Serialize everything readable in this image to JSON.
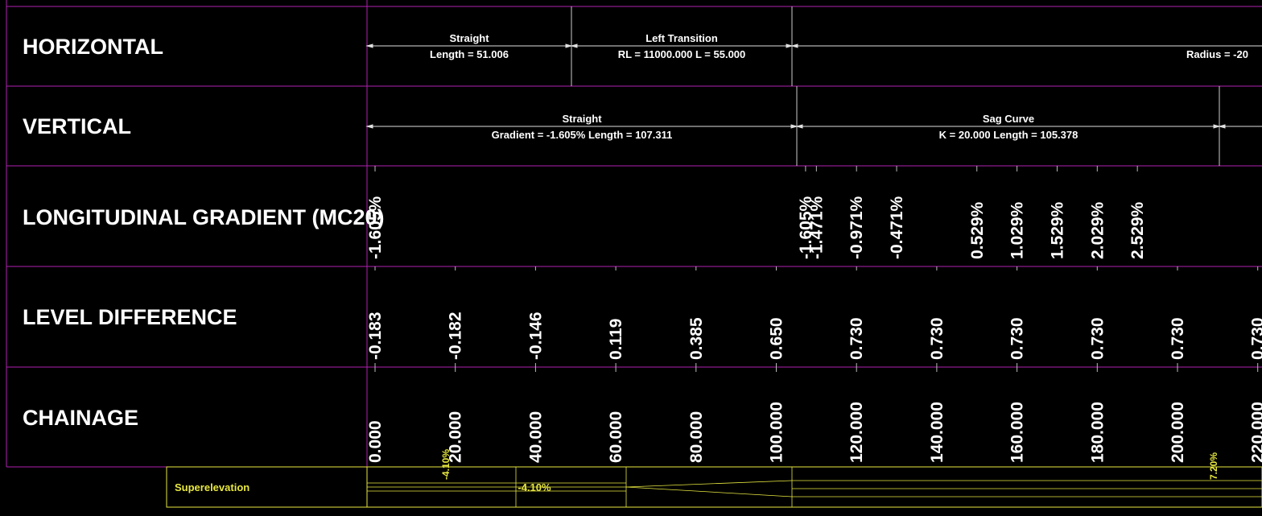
{
  "colors": {
    "background": "#000000",
    "grid": "#b020b0",
    "text": "#ffffff",
    "dim": "#e0e0e0",
    "super": "#e8e840"
  },
  "rows": {
    "horizontal": "HORIZONTAL",
    "vertical": "VERTICAL",
    "gradient": "LONGITUDINAL GRADIENT (MC20)",
    "level": "LEVEL DIFFERENCE",
    "chainage": "CHAINAGE"
  },
  "horizontal_segments": [
    {
      "title": "Straight",
      "detail": "Length = 51.006"
    },
    {
      "title": "Left Transition",
      "detail": "RL = 11000.000 L = 55.000"
    },
    {
      "title": "",
      "detail": "Radius = -20"
    }
  ],
  "vertical_segments": [
    {
      "title": "Straight",
      "detail": "Gradient = -1.605% Length = 107.311"
    },
    {
      "title": "Sag Curve",
      "detail": "K = 20.000 Length = 105.378"
    }
  ],
  "gradient_values": [
    {
      "chainage": 0.0,
      "value": "-1.605%"
    },
    {
      "chainage": 107.3,
      "value": "-1.605%"
    },
    {
      "chainage": 110.0,
      "value": "-1.471%"
    },
    {
      "chainage": 120.0,
      "value": "-0.971%"
    },
    {
      "chainage": 130.0,
      "value": "-0.471%"
    },
    {
      "chainage": 150.0,
      "value": "0.529%"
    },
    {
      "chainage": 160.0,
      "value": "1.029%"
    },
    {
      "chainage": 170.0,
      "value": "1.529%"
    },
    {
      "chainage": 180.0,
      "value": "2.029%"
    },
    {
      "chainage": 190.0,
      "value": "2.529%"
    }
  ],
  "level_values": [
    {
      "chainage": 0,
      "value": "-0.183"
    },
    {
      "chainage": 20,
      "value": "-0.182"
    },
    {
      "chainage": 40,
      "value": "-0.146"
    },
    {
      "chainage": 60,
      "value": "0.119"
    },
    {
      "chainage": 80,
      "value": "0.385"
    },
    {
      "chainage": 100,
      "value": "0.650"
    },
    {
      "chainage": 120,
      "value": "0.730"
    },
    {
      "chainage": 140,
      "value": "0.730"
    },
    {
      "chainage": 160,
      "value": "0.730"
    },
    {
      "chainage": 180,
      "value": "0.730"
    },
    {
      "chainage": 200,
      "value": "0.730"
    },
    {
      "chainage": 220,
      "value": "0.730"
    }
  ],
  "chainage_values": [
    {
      "chainage": 0,
      "value": "0.000"
    },
    {
      "chainage": 20,
      "value": "20.000"
    },
    {
      "chainage": 40,
      "value": "40.000"
    },
    {
      "chainage": 60,
      "value": "60.000"
    },
    {
      "chainage": 80,
      "value": "80.000"
    },
    {
      "chainage": 100,
      "value": "100.000"
    },
    {
      "chainage": 120,
      "value": "120.000"
    },
    {
      "chainage": 140,
      "value": "140.000"
    },
    {
      "chainage": 160,
      "value": "160.000"
    },
    {
      "chainage": 180,
      "value": "180.000"
    },
    {
      "chainage": 200,
      "value": "200.000"
    },
    {
      "chainage": 220,
      "value": "220.000"
    }
  ],
  "superelevation": {
    "label": "Superelevation",
    "values": [
      {
        "chainage": 17.5,
        "value": "-4.10%"
      },
      {
        "chainage": 40,
        "value": "-4.10%"
      },
      {
        "chainage": 208.8,
        "value": "7.20%"
      }
    ]
  }
}
